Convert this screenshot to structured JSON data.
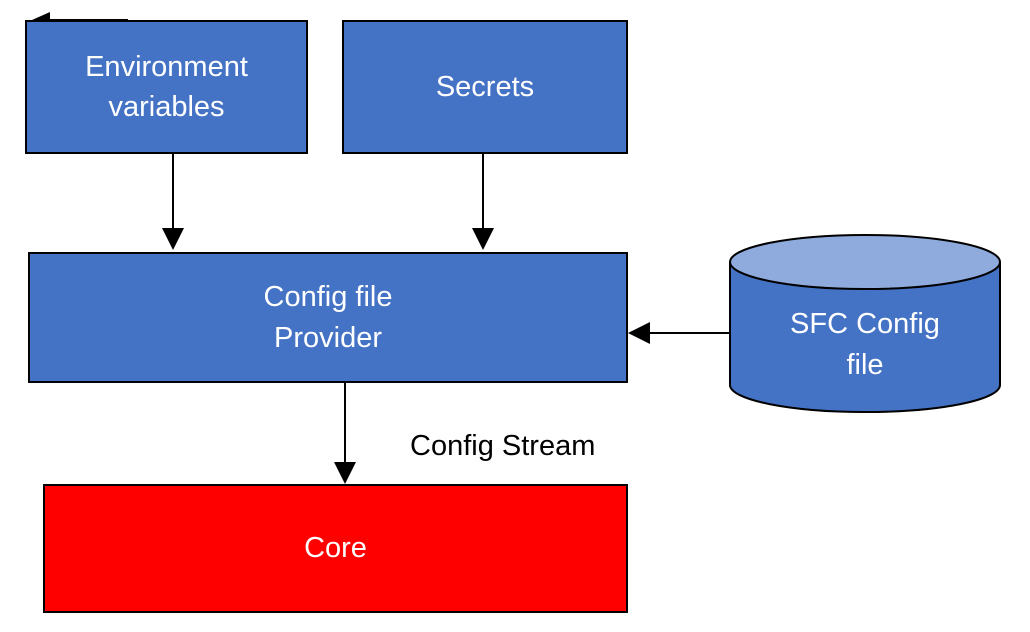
{
  "nodes": {
    "env": {
      "lines": [
        "Environment",
        "variables"
      ]
    },
    "secrets": {
      "lines": [
        "Secrets"
      ]
    },
    "provider": {
      "lines": [
        "Config file",
        "Provider"
      ]
    },
    "sfc": {
      "lines": [
        "SFC Config",
        "file"
      ]
    },
    "core": {
      "lines": [
        "Core"
      ]
    }
  },
  "edge_labels": {
    "config_stream": "Config Stream"
  },
  "colors": {
    "node_fill": "#4472C4",
    "cylinder_top": "#8FAADC",
    "core_fill": "#FF0000",
    "stroke": "#000000",
    "text": "#FFFFFF"
  }
}
